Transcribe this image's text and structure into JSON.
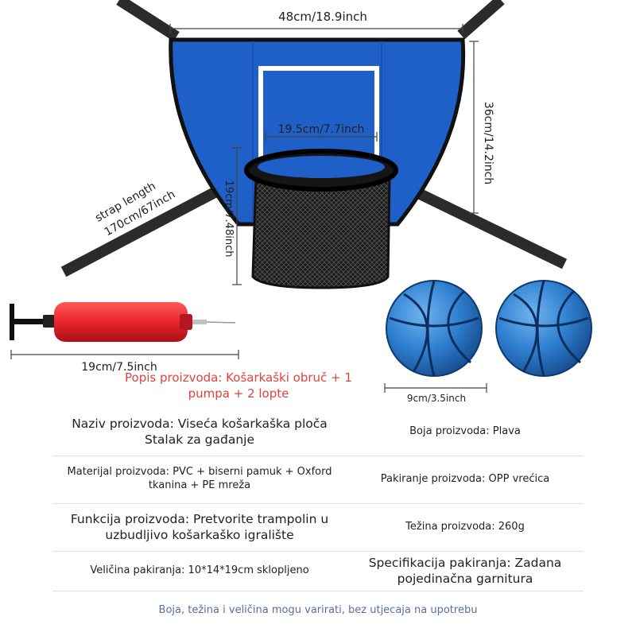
{
  "dimensions": {
    "backboard_width": "48cm/18.9inch",
    "backboard_height": "36cm/14.2inch",
    "rim_diameter": "19.5cm/7.7inch",
    "net_length": "19cm/7.48inch",
    "strap_length_title": "strap length",
    "strap_length_value": "170cm/67inch",
    "pump_length": "19cm/7.5inch",
    "ball_diameter": "9cm/3.5inch"
  },
  "caption": {
    "line1": "Popis proizvoda: Košarkaški obruč + 1",
    "line2": "pumpa + 2 lopte"
  },
  "specs": [
    {
      "left": [
        "Naziv proizvoda: Viseća košarkaška ploča",
        "Stalak za gađanje"
      ],
      "right": [
        "Boja proizvoda: Plava"
      ]
    },
    {
      "left": [
        "Materijal proizvoda: PVC + biserni pamuk + Oxford",
        "tkanina + PE mreža"
      ],
      "right": [
        "Pakiranje proizvoda: OPP vrećica"
      ]
    },
    {
      "left": [
        "Funkcija proizvoda: Pretvorite trampolin u",
        "uzbudljivo košarkaško igralište"
      ],
      "right": [
        "Težina proizvoda: 260g"
      ]
    },
    {
      "left": [
        "Veličina pakiranja: 10*14*19cm sklopljeno"
      ],
      "right": [
        "Specifikacija pakiranja: Zadana",
        "pojedinačna garnitura"
      ]
    }
  ],
  "footnote": "Boja, težina i veličina mogu varirati, bez utjecaja na upotrebu",
  "colors": {
    "backboard_blue": "#1f5fc8",
    "strap": "#2b2b2b",
    "pump_red": "#e8242c",
    "caption_red": "#e0433c",
    "footnote_blue": "#5a6e9c"
  }
}
